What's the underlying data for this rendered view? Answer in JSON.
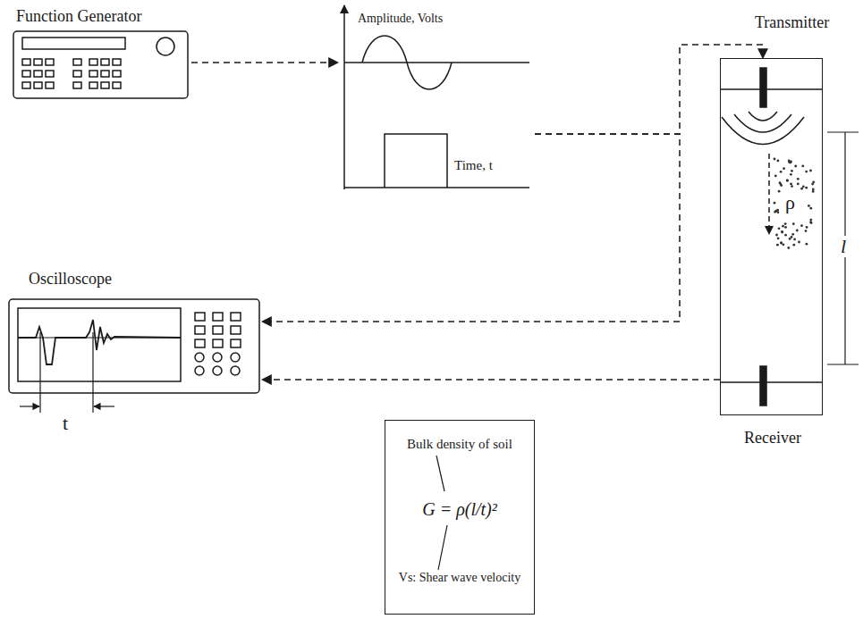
{
  "diagram": {
    "nodes": [
      {
        "text": [
          "Function Generator"
        ]
      },
      {
        "text": [
          "Amplitude, Volts",
          "Time, t"
        ]
      },
      {
        "text": [
          "Transmitter",
          "ρ",
          "Receiver"
        ]
      },
      {
        "text": [
          "Oscilloscope"
        ]
      },
      {
        "text": [
          "Bulk density of soil",
          "G = ρ(l/t)²",
          "Vs: Shear wave velocity"
        ]
      }
    ],
    "edges": [
      {
        "from": 0,
        "to": 1,
        "arrow": "to"
      },
      {
        "from": 1,
        "to": 2,
        "arrow": "to"
      },
      {
        "from": 1,
        "to": 3,
        "arrow": "to"
      },
      {
        "from": 2,
        "to": 3,
        "arrow": "to"
      }
    ],
    "labels": [
      "l",
      "t"
    ]
  }
}
